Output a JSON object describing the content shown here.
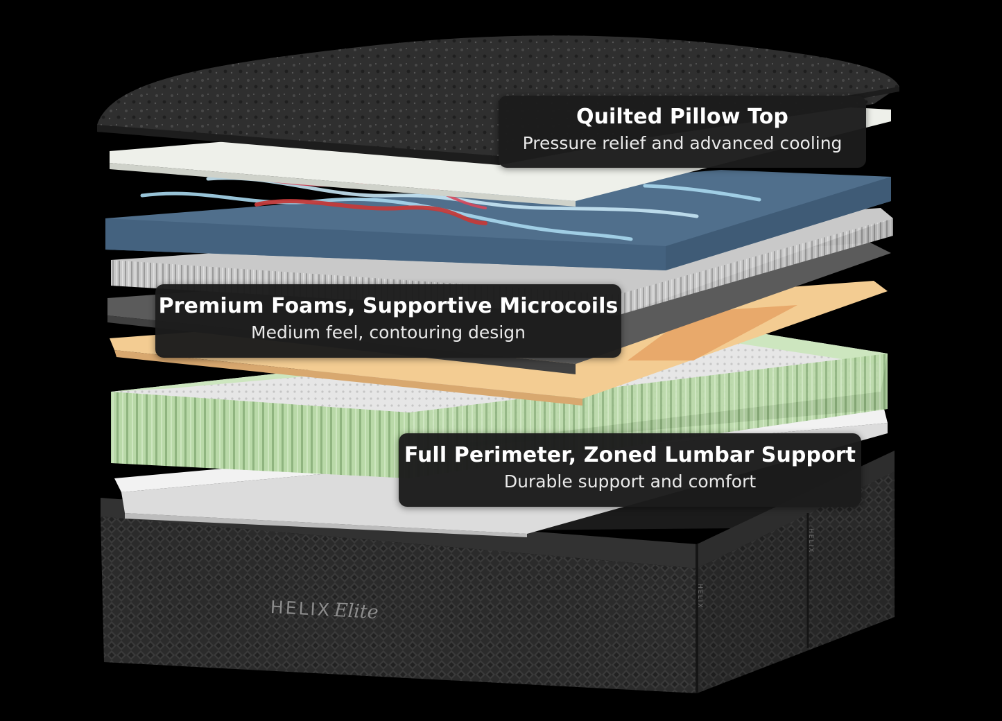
{
  "callouts": {
    "top": {
      "title": "Quilted Pillow Top",
      "subtitle": "Pressure relief and advanced cooling"
    },
    "middle": {
      "title": "Premium Foams, Supportive Microcoils",
      "subtitle": "Medium feel, contouring design"
    },
    "bottom": {
      "title": "Full Perimeter, Zoned Lumbar Support",
      "subtitle": "Durable support and comfort"
    }
  },
  "brand": {
    "main": "HELIX",
    "script": "Elite"
  },
  "side_tag": "HELIX",
  "colors": {
    "background": "#000000",
    "callout_bg": "#1c1c1c",
    "pillow_top": "#2e2e2e",
    "foam_white": "#ebece6",
    "foam_blue": "#4f6e8c",
    "microcoil_gray": "#bdbdbd",
    "transition_gray": "#555555",
    "foam_tan": "#f0c88c",
    "coil_green": "#b5d7a4",
    "base_knit": "#2a2a2a"
  }
}
